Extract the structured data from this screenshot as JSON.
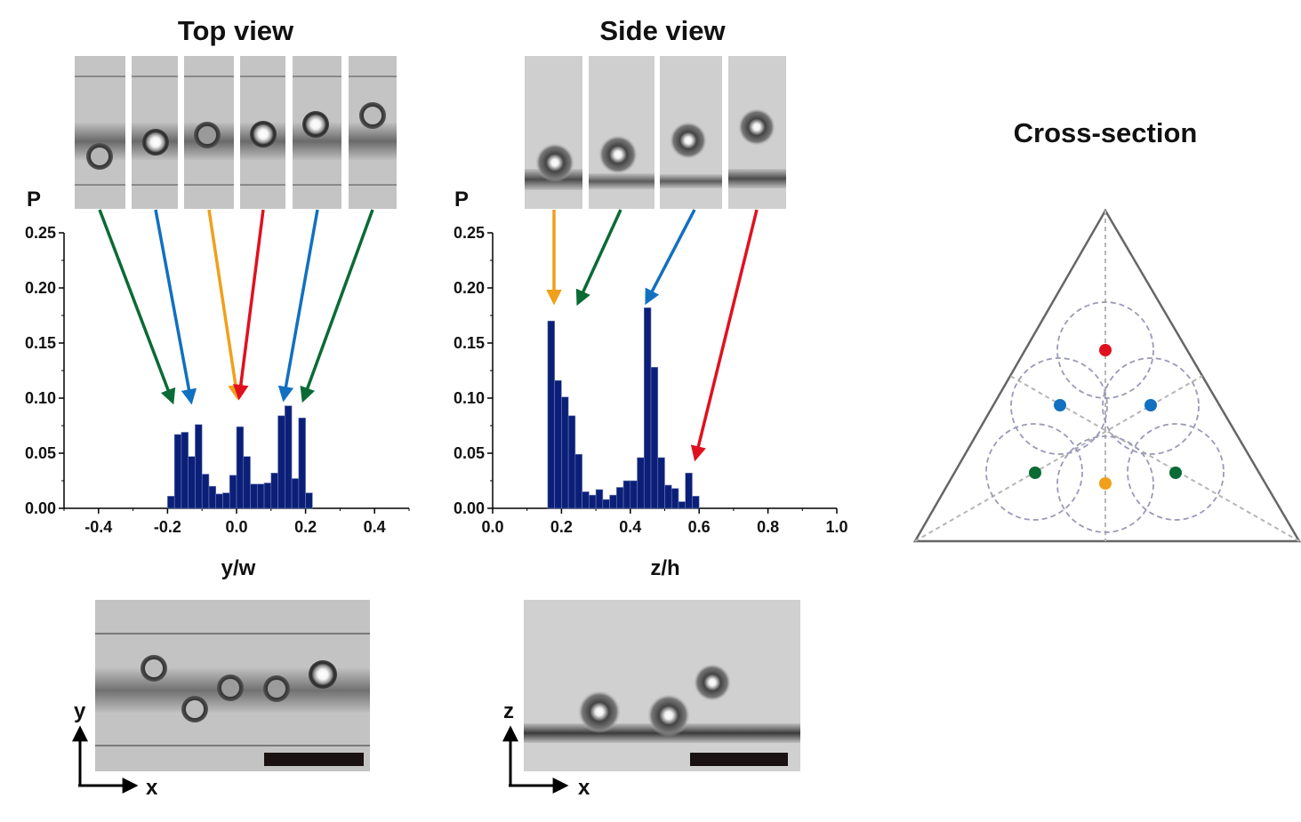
{
  "titles": {
    "top_view": "Top view",
    "side_view": "Side view",
    "cross_section": "Cross-section"
  },
  "axis_letters": {
    "top_y": "y",
    "top_x": "x",
    "side_z": "z",
    "side_x": "x"
  },
  "colors": {
    "bar": "#0b1f78",
    "green": "#0a6b34",
    "blue": "#1170c0",
    "orange": "#f0a01a",
    "red": "#e0111f",
    "triangle": "#666666",
    "circle": "#9a9ab8"
  },
  "chart_data": [
    {
      "type": "bar",
      "ylabel": "P",
      "xlabel": "y/w",
      "xlim": [
        -0.5,
        0.5
      ],
      "ylim": [
        0,
        0.25
      ],
      "xticks": [
        -0.4,
        -0.2,
        0.0,
        0.2,
        0.4
      ],
      "yticks": [
        0.0,
        0.05,
        0.1,
        0.15,
        0.2,
        0.25
      ],
      "bin_width": 0.02,
      "bins_x": [
        -0.2,
        -0.18,
        -0.16,
        -0.14,
        -0.12,
        -0.1,
        -0.08,
        -0.06,
        -0.04,
        -0.02,
        0.0,
        0.02,
        0.04,
        0.06,
        0.08,
        0.1,
        0.12,
        0.14,
        0.16,
        0.18
      ],
      "values": [
        0.011,
        0.067,
        0.069,
        0.047,
        0.076,
        0.031,
        0.02,
        0.013,
        0.014,
        0.03,
        0.074,
        0.047,
        0.022,
        0.022,
        0.023,
        0.032,
        0.084,
        0.093,
        0.027,
        0.082,
        0.014
      ]
    },
    {
      "type": "bar",
      "ylabel": "P",
      "xlabel": "z/h",
      "xlim": [
        0.0,
        1.0
      ],
      "ylim": [
        0,
        0.25
      ],
      "xticks": [
        0.0,
        0.2,
        0.4,
        0.6,
        0.8,
        1.0
      ],
      "yticks": [
        0.0,
        0.05,
        0.1,
        0.15,
        0.2,
        0.25
      ],
      "bin_width": 0.02,
      "bins_x": [
        0.16,
        0.18,
        0.2,
        0.22,
        0.24,
        0.26,
        0.28,
        0.3,
        0.32,
        0.34,
        0.36,
        0.38,
        0.4,
        0.42,
        0.44,
        0.46,
        0.48,
        0.5,
        0.52,
        0.54,
        0.56,
        0.58
      ],
      "values": [
        0.17,
        0.116,
        0.101,
        0.084,
        0.049,
        0.015,
        0.012,
        0.017,
        0.008,
        0.012,
        0.019,
        0.025,
        0.025,
        0.046,
        0.182,
        0.128,
        0.046,
        0.021,
        0.018,
        0.006,
        0.032,
        0.011
      ]
    }
  ]
}
